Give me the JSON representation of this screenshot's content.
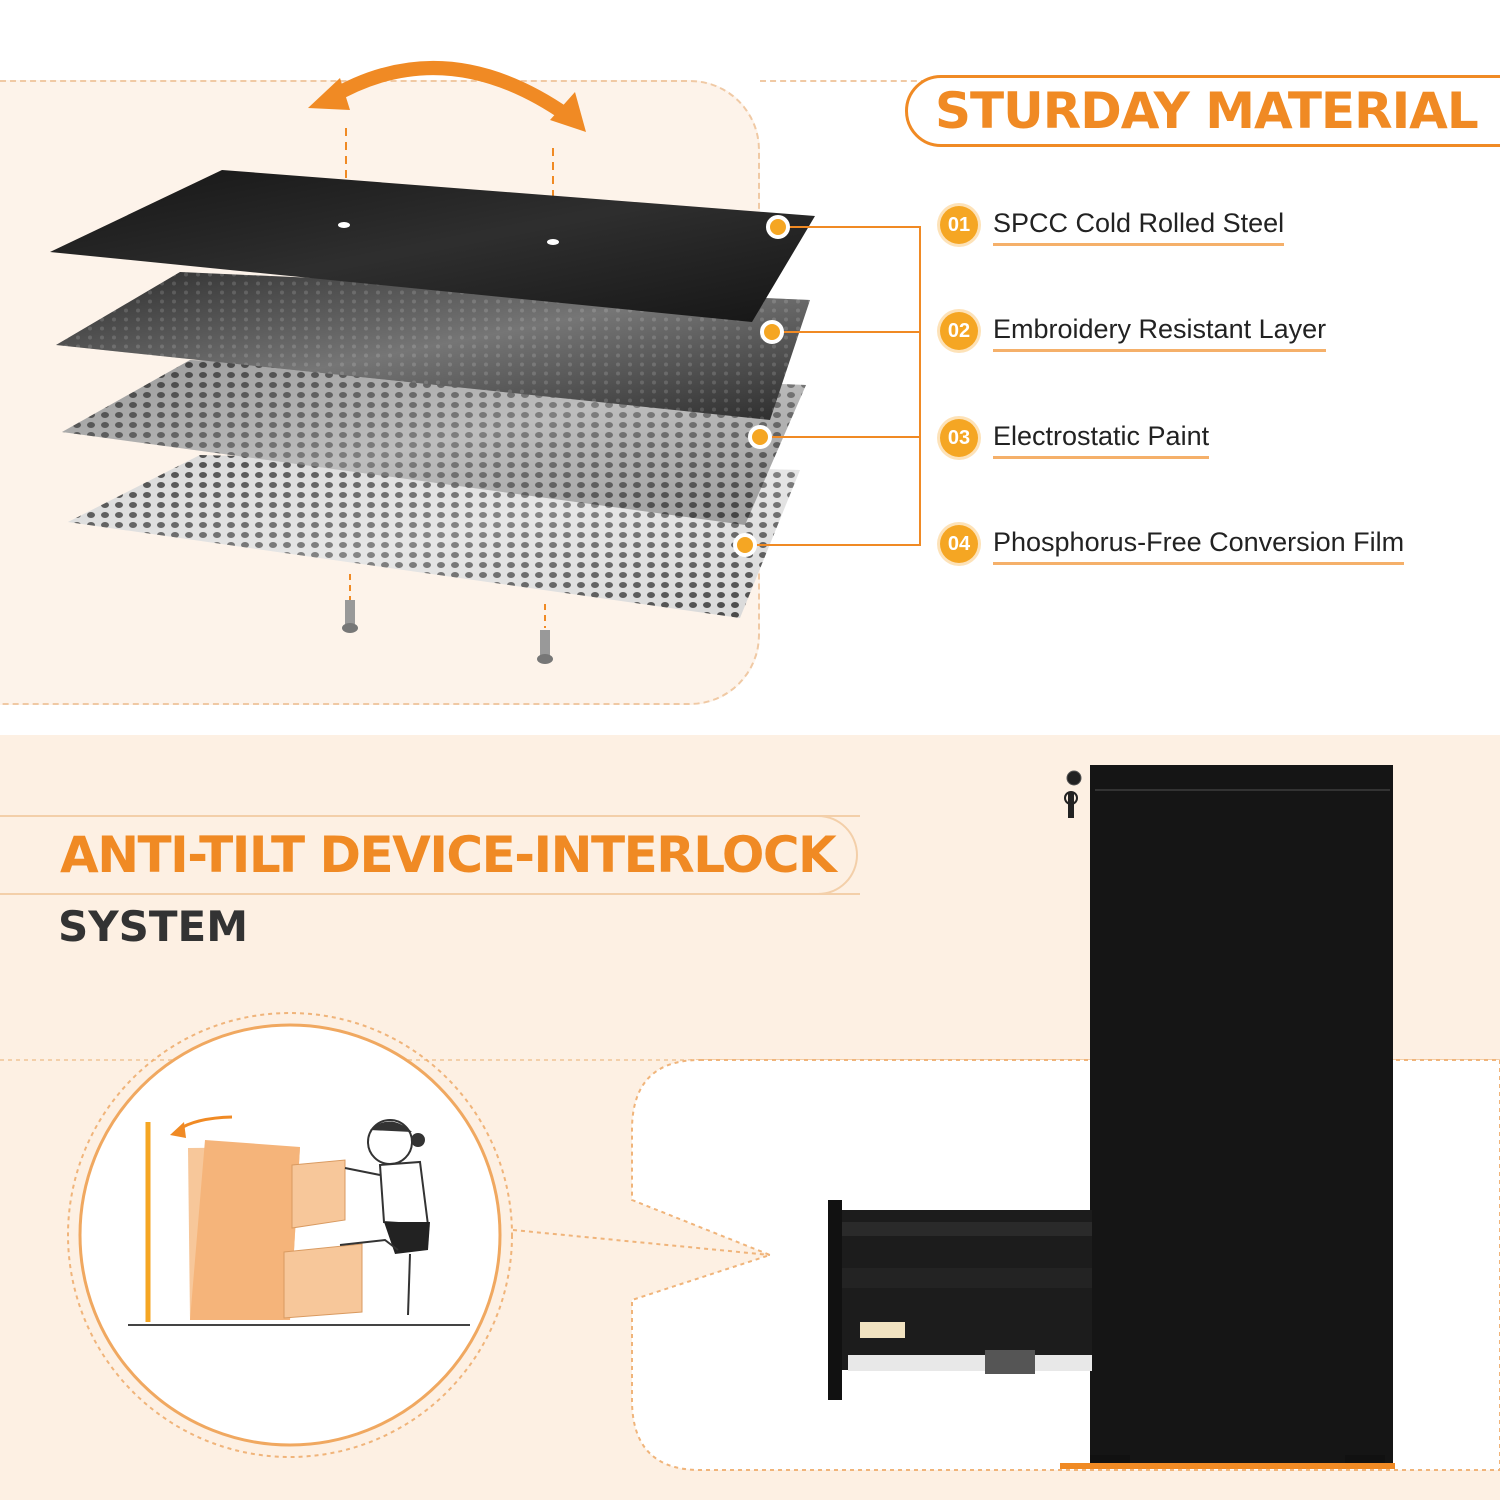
{
  "material": {
    "title": "STURDAY MATERIAL",
    "features": [
      {
        "number": "01",
        "label": "SPCC Cold Rolled Steel"
      },
      {
        "number": "02",
        "label": "Embroidery Resistant Layer"
      },
      {
        "number": "03",
        "label": "Electrostatic Paint"
      },
      {
        "number": "04",
        "label": "Phosphorus-Free Conversion Film"
      }
    ]
  },
  "anti_tilt": {
    "title": "ANTI-TILT DEVICE-INTERLOCK",
    "subtitle": "SYSTEM"
  },
  "colors": {
    "accent": "#f08a24",
    "badge": "#f5a623",
    "panel_background": "#fdf3ea",
    "cabinet": "#151515"
  }
}
